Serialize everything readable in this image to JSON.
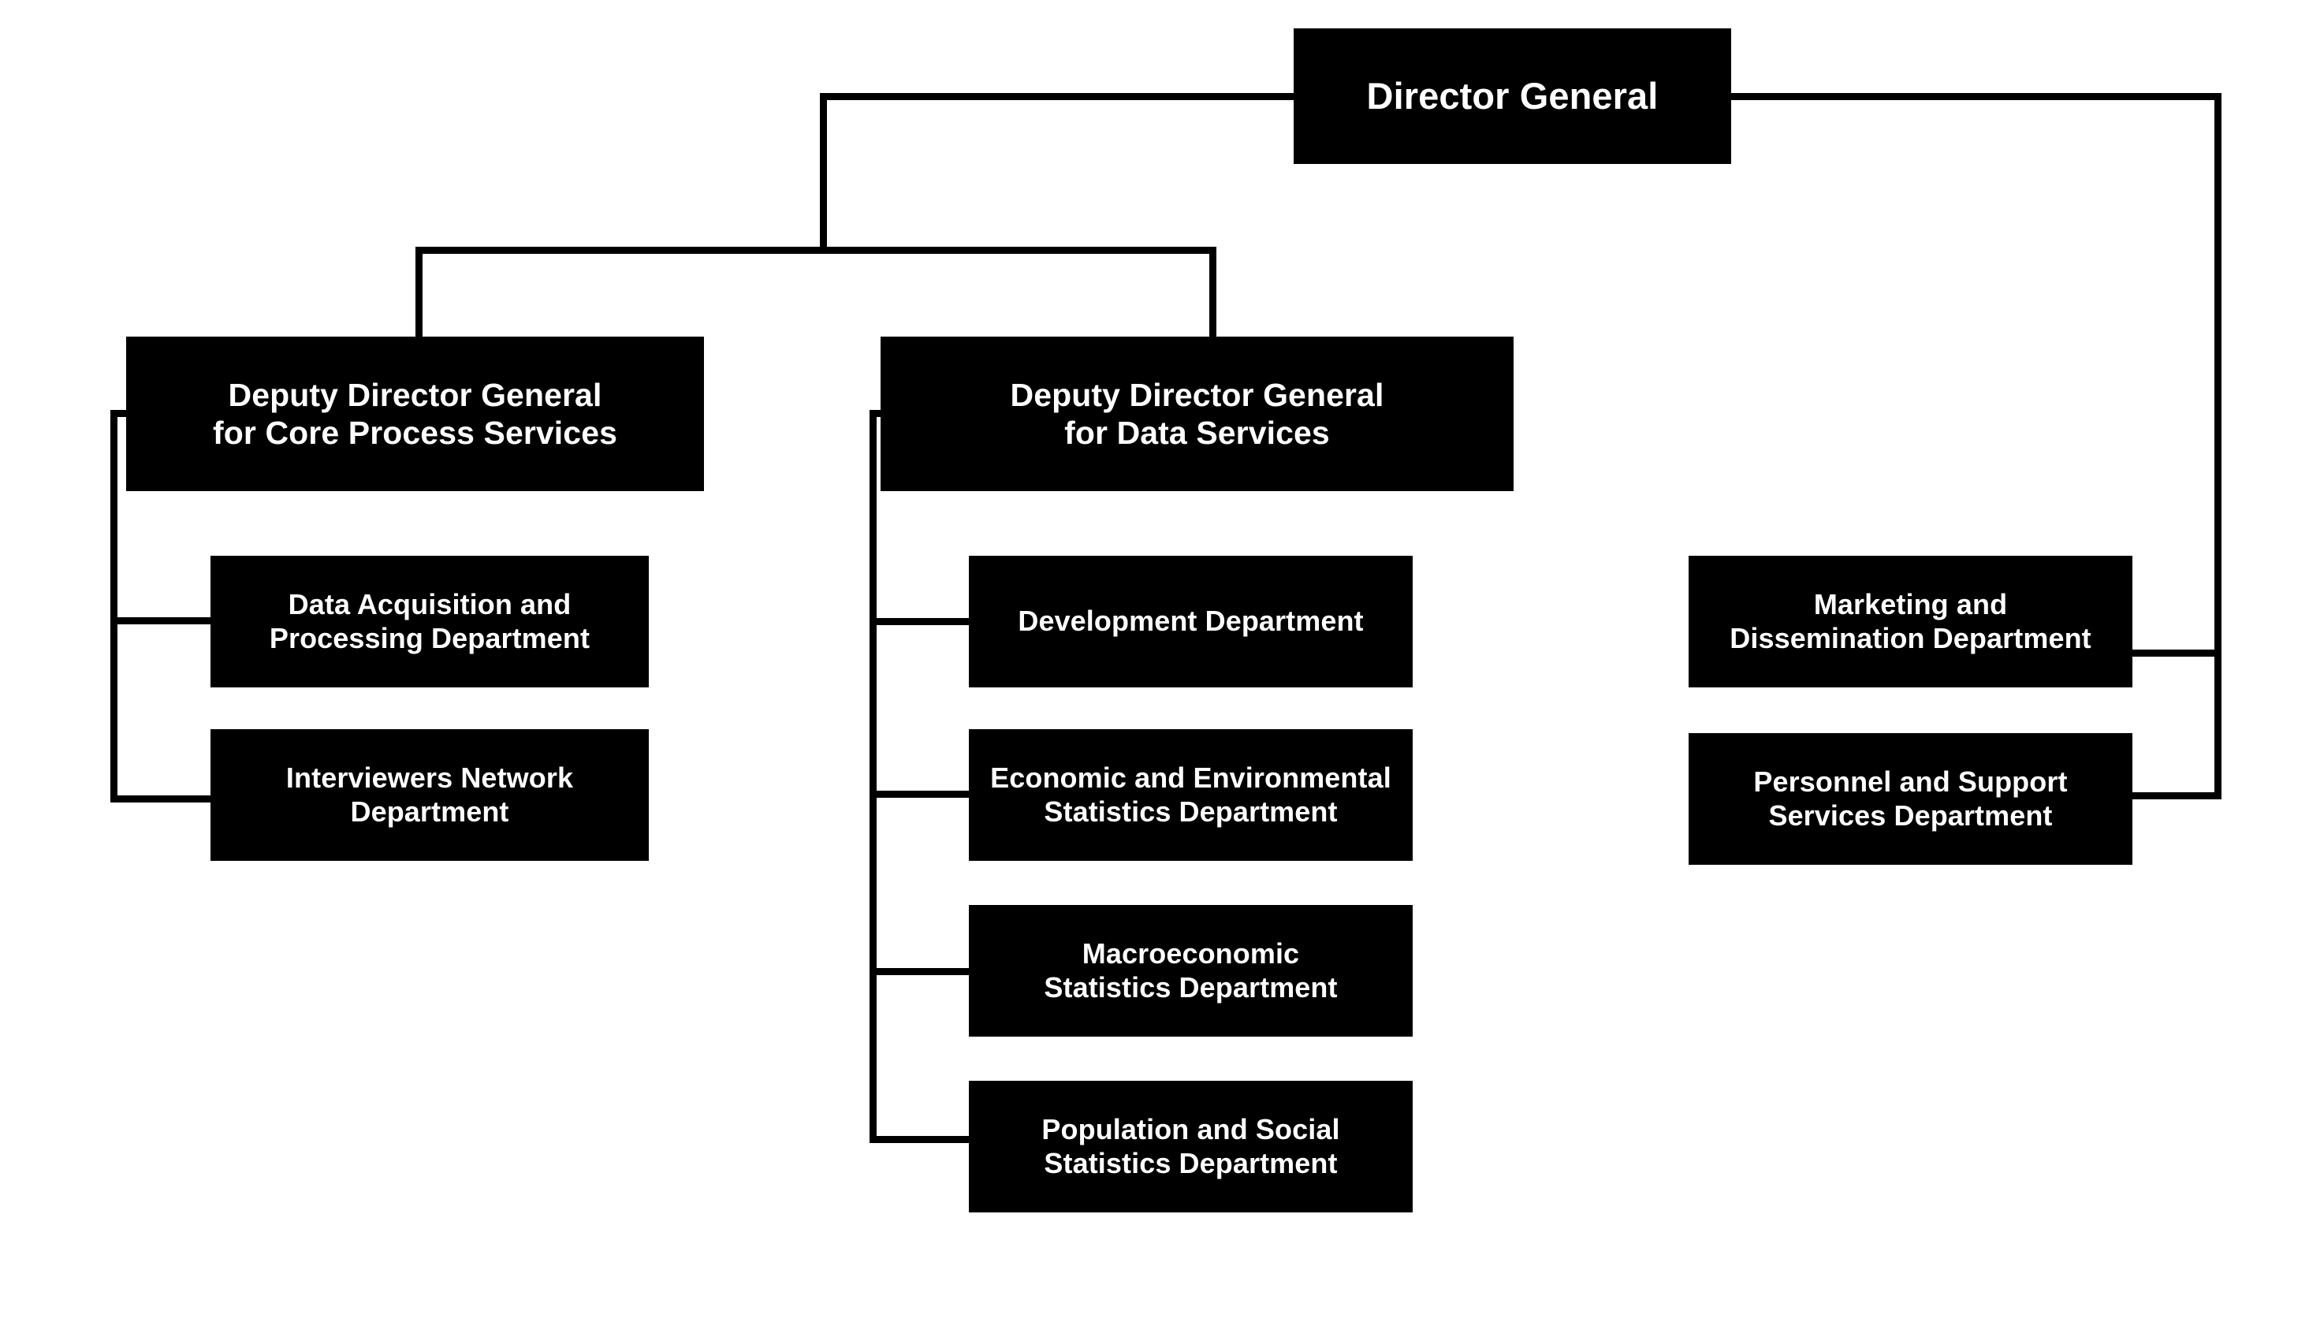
{
  "diagram": {
    "title": "Organizational Structure Chart",
    "type": "org-chart",
    "background_color": "#ffffff",
    "node_fill_color": "#000000",
    "node_text_color": "#ffffff",
    "connector_color": "#000000",
    "nodes": {
      "root": {
        "label": "Director General",
        "level": 0
      },
      "deputy_core": {
        "label": "Deputy Director General\nfor Core Process Services",
        "level": 1
      },
      "deputy_data": {
        "label": "Deputy Director General\nfor Data Services",
        "level": 1
      },
      "core_dept_1": {
        "label": "Data Acquisition and\nProcessing Department",
        "level": 2
      },
      "core_dept_2": {
        "label": "Interviewers Network\nDepartment",
        "level": 2
      },
      "data_dept_1": {
        "label": "Development Department",
        "level": 2
      },
      "data_dept_2": {
        "label": "Economic and Environmental\nStatistics Department",
        "level": 2
      },
      "data_dept_3": {
        "label": "Macroeconomic\nStatistics Department",
        "level": 2
      },
      "data_dept_4": {
        "label": "Population and Social\nStatistics Department",
        "level": 2
      },
      "dg_dept_1": {
        "label": "Marketing and\nDissemination Department",
        "level": 1
      },
      "dg_dept_2": {
        "label": "Personnel and Support\nServices Department",
        "level": 1
      }
    }
  }
}
